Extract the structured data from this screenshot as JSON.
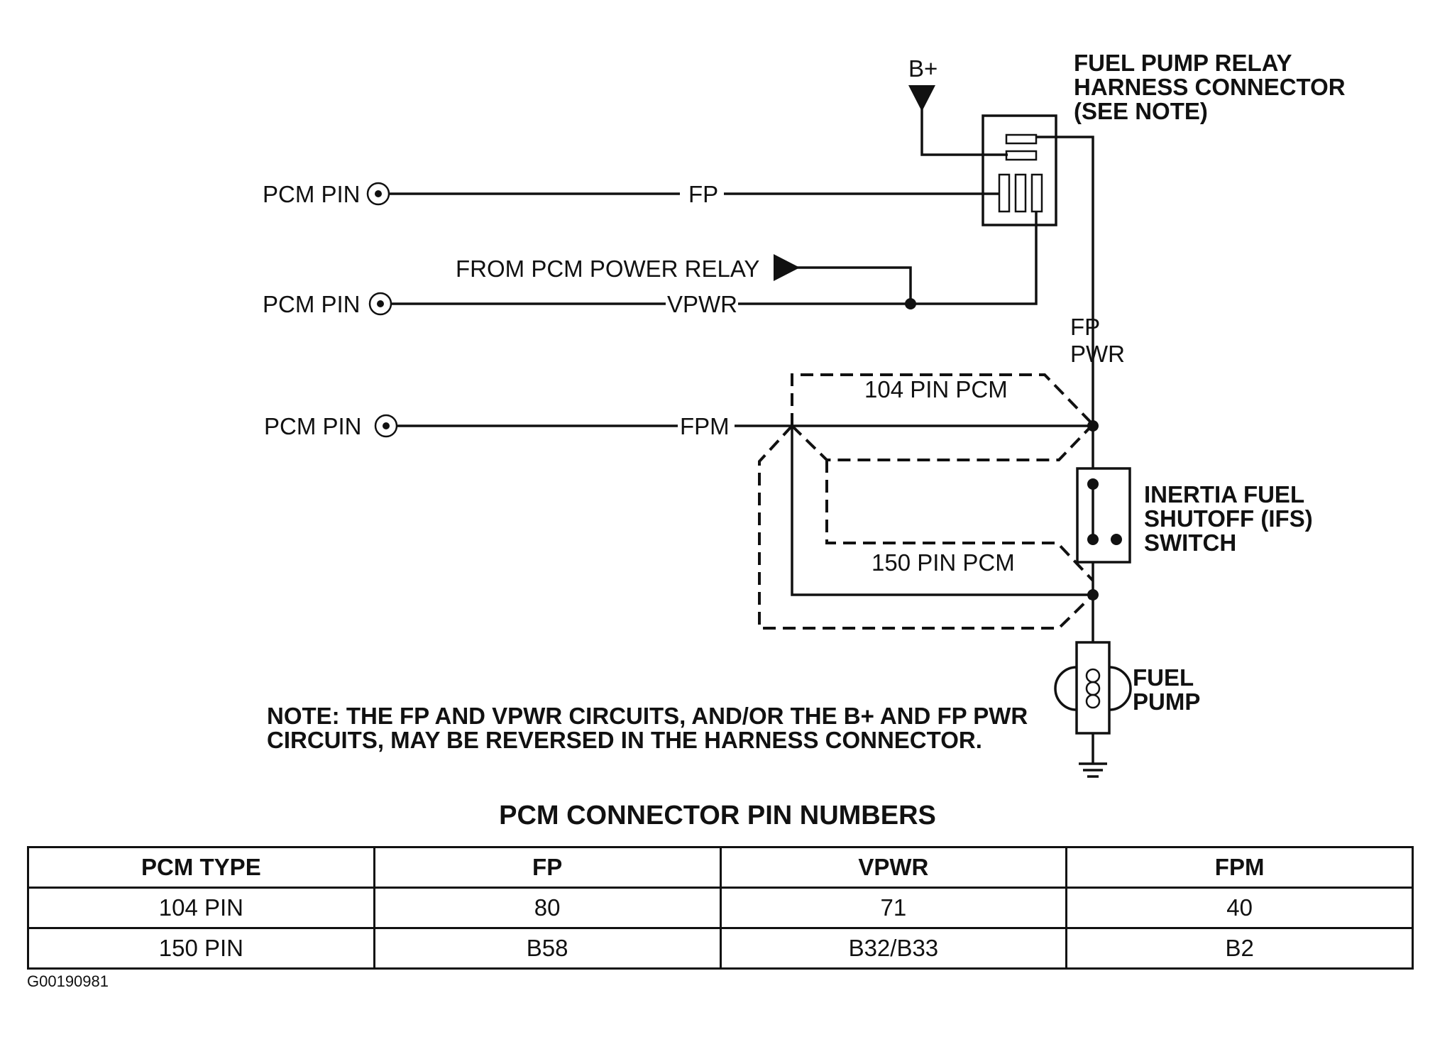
{
  "diagram": {
    "supply_label": "B+",
    "relay_connector_label": [
      "FUEL PUMP RELAY",
      "HARNESS CONNECTOR",
      "(SEE NOTE)"
    ],
    "pcm_pin_label": "PCM PIN",
    "fp_label": "FP",
    "from_power_relay_label": "FROM PCM POWER RELAY",
    "vpwr_label": "VPWR",
    "fp_pwr_label": [
      "FP",
      "PWR"
    ],
    "pcm104_label": "104 PIN PCM",
    "fpm_label": "FPM",
    "ifs_label": [
      "INERTIA FUEL",
      "SHUTOFF (IFS)",
      "SWITCH"
    ],
    "pcm150_label": "150 PIN PCM",
    "fuel_pump_label": [
      "FUEL",
      "PUMP"
    ],
    "note": [
      "NOTE: THE FP AND VPWR CIRCUITS, AND/OR THE B+ AND FP PWR",
      "CIRCUITS, MAY BE REVERSED IN THE HARNESS CONNECTOR."
    ]
  },
  "table": {
    "title": "PCM CONNECTOR PIN NUMBERS",
    "headers": [
      "PCM TYPE",
      "FP",
      "VPWR",
      "FPM"
    ],
    "rows": [
      [
        "104 PIN",
        "80",
        "71",
        "40"
      ],
      [
        "150 PIN",
        "B58",
        "B32/B33",
        "B2"
      ]
    ]
  },
  "figure_id": "G00190981"
}
